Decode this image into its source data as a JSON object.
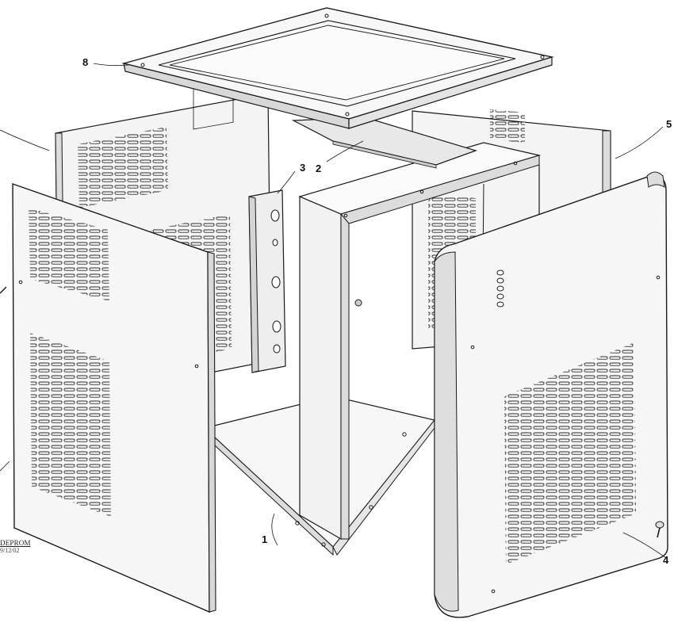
{
  "callouts": {
    "c1": "1",
    "c2": "2",
    "c3": "3",
    "c4": "4",
    "c5": "5",
    "c8": "8"
  },
  "logo": {
    "name": "DEPROM",
    "code": "9/12/02"
  },
  "colors": {
    "line": "#1a1a1a",
    "panel": "#f4f4f4",
    "panel_dark": "#dcdcdc",
    "vent": "#2a2a2a"
  }
}
